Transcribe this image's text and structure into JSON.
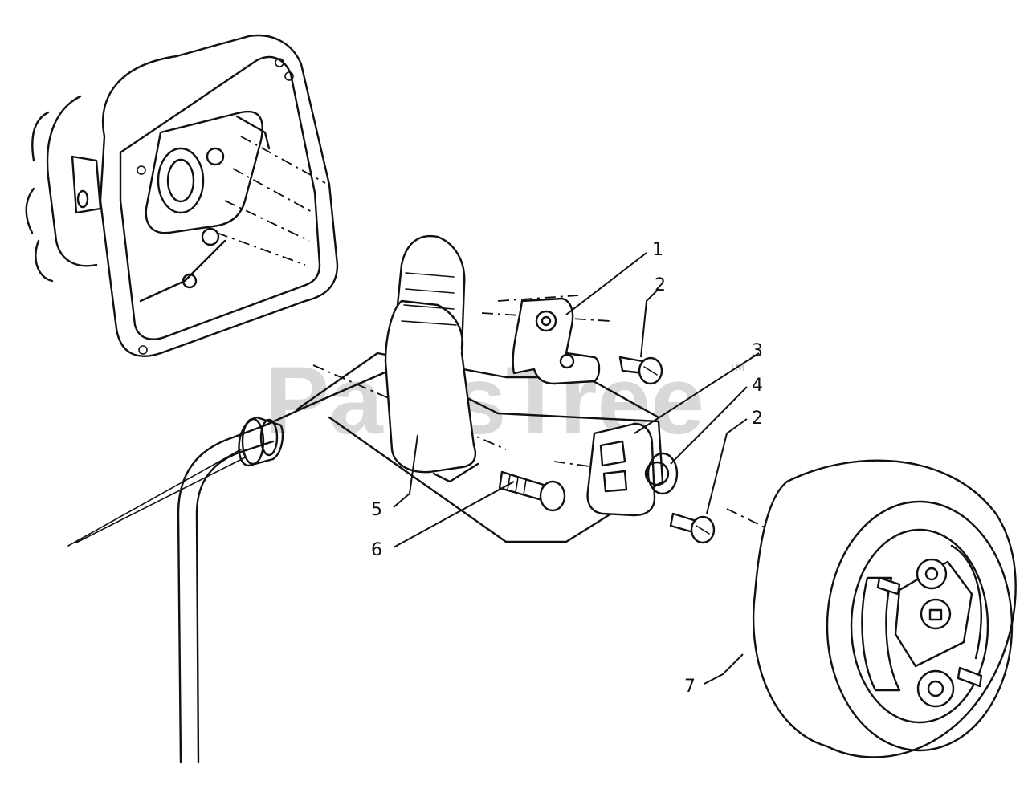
{
  "watermark": {
    "text": "PartsTree",
    "trademark": "TM"
  },
  "callouts": [
    {
      "id": "1",
      "label": "1"
    },
    {
      "id": "2a",
      "label": "2"
    },
    {
      "id": "3",
      "label": "3"
    },
    {
      "id": "4",
      "label": "4"
    },
    {
      "id": "2b",
      "label": "2"
    },
    {
      "id": "5",
      "label": "5"
    },
    {
      "id": "6",
      "label": "6"
    },
    {
      "id": "7",
      "label": "7"
    }
  ]
}
